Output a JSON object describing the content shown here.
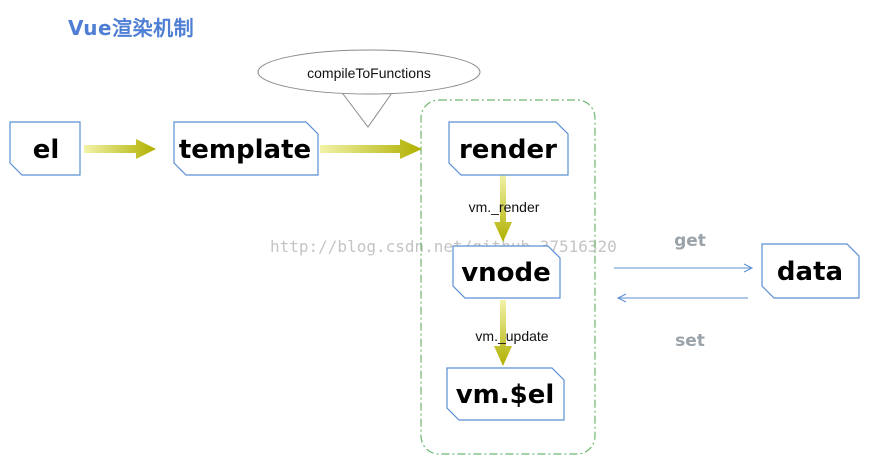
{
  "title": "Vue渲染机制",
  "nodes": {
    "el": "el",
    "template": "template",
    "render": "render",
    "vnode": "vnode",
    "vm_el": "vm.$el",
    "data": "data"
  },
  "callout": "compileToFunctions",
  "edges": {
    "vm_render": "vm._render",
    "vm_update": "vm._update",
    "get": "get",
    "set": "set"
  },
  "watermark": "http://blog.csdn.net/github_37516320",
  "colors": {
    "title": "#4f7fd4",
    "box_border": "#5b8fd4",
    "arrow": "#b8b800",
    "group_border": "#6db86d",
    "get_arrow": "#f6a271",
    "set_arrow": "#9ab8e0"
  }
}
